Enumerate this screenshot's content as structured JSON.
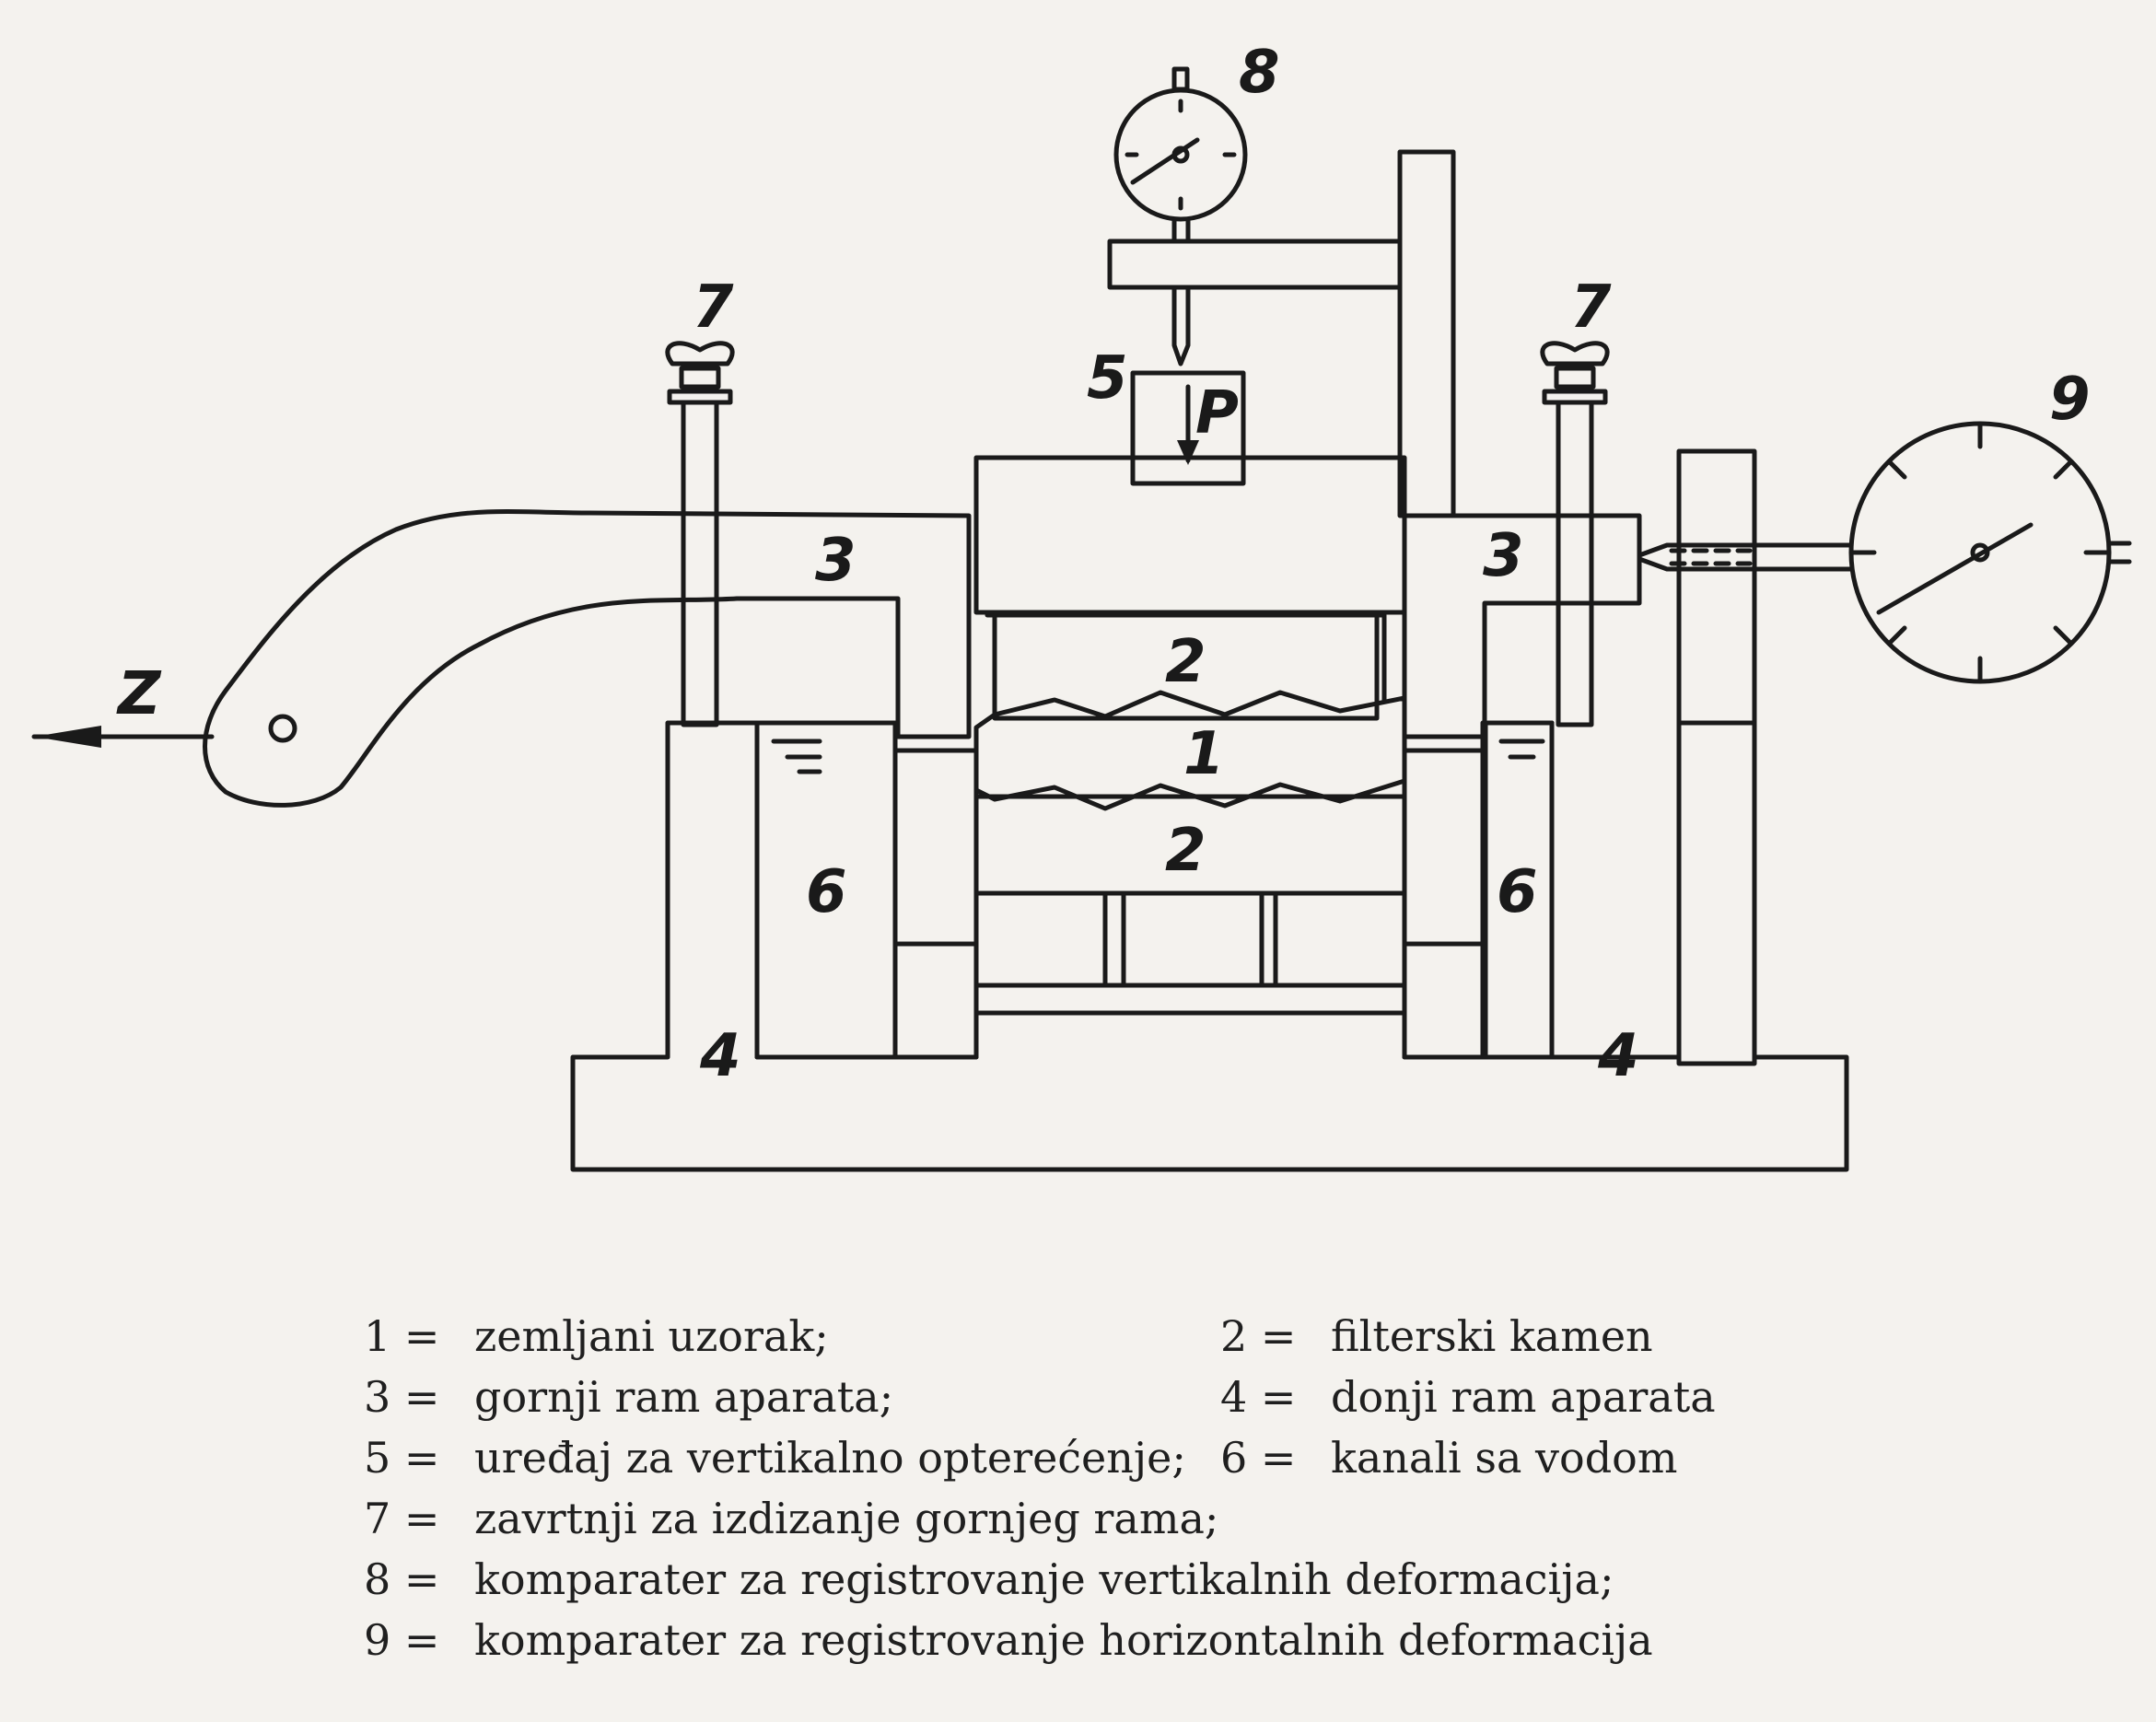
{
  "diagram": {
    "labels": {
      "l1": "1",
      "l2a": "2",
      "l2b": "2",
      "l3a": "3",
      "l3b": "3",
      "l4a": "4",
      "l4b": "4",
      "l5": "5",
      "l6a": "6",
      "l6b": "6",
      "l7a": "7",
      "l7b": "7",
      "l8": "8",
      "l9": "9",
      "z": "Z",
      "p": "P"
    }
  },
  "legend": {
    "r1": {
      "num": "1 =",
      "text": "zemljani uzorak;"
    },
    "r2": {
      "num": "2 =",
      "text": "filterski kamen"
    },
    "r3": {
      "num": "3 =",
      "text": "gornji ram aparata;"
    },
    "r4": {
      "num": "4 =",
      "text": "donji ram aparata"
    },
    "r5": {
      "num": "5 =",
      "text": "uređaj za vertikalno opterećenje;"
    },
    "r6": {
      "num": "6 =",
      "text": "kanali sa vodom"
    },
    "r7": {
      "num": "7 =",
      "text": "zavrtnji za izdizanje gornjeg rama;"
    },
    "r8": {
      "num": "8 =",
      "text": "komparater za registrovanje vertikalnih deformacija;"
    },
    "r9": {
      "num": "9 =",
      "text": "komparater za registrovanje horizontalnih deformacija"
    }
  }
}
